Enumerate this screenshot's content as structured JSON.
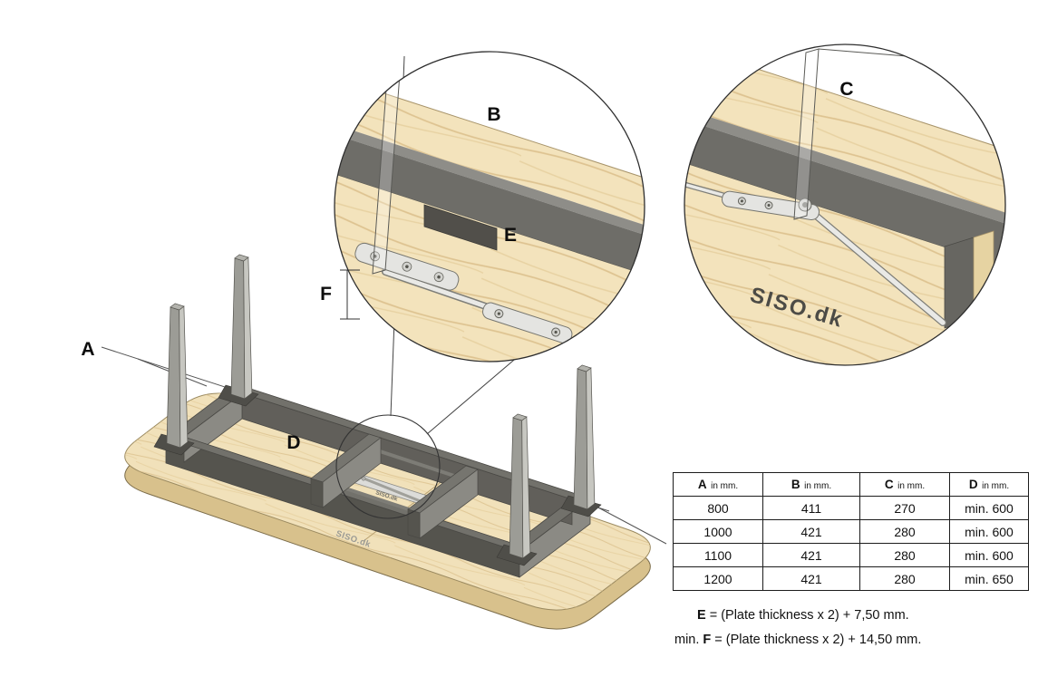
{
  "diagram": {
    "labels": {
      "a": "A",
      "b": "B",
      "c": "C",
      "d": "D",
      "e": "E",
      "f": "F"
    },
    "brand_stamp": "SISO.dk"
  },
  "spec_table": {
    "headers": [
      {
        "letter": "A",
        "unit": "in mm."
      },
      {
        "letter": "B",
        "unit": "in mm."
      },
      {
        "letter": "C",
        "unit": "in mm."
      },
      {
        "letter": "D",
        "unit": "in mm."
      }
    ],
    "rows": [
      [
        "800",
        "411",
        "270",
        "min. 600"
      ],
      [
        "1000",
        "421",
        "280",
        "min. 600"
      ],
      [
        "1100",
        "421",
        "280",
        "min. 600"
      ],
      [
        "1200",
        "421",
        "280",
        "min. 650"
      ]
    ]
  },
  "formulas": {
    "e_lead": "E",
    "e_body": " = (Plate thickness x 2) + 7,50 mm.",
    "f_prefix": "min. ",
    "f_lead": "F",
    "f_body": " = (Plate thickness x 2) + 14,50 mm."
  }
}
